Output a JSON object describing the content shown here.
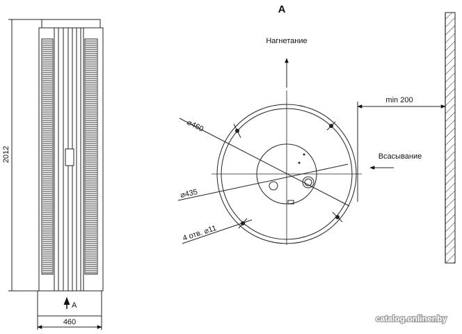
{
  "view_label": "А",
  "side_view": {
    "height_dim": "2012",
    "width_dim": "460",
    "arrow_label": "А"
  },
  "top_view": {
    "discharge_label": "Нагнетание",
    "intake_label": "Всасывание",
    "clearance_label": "min 200",
    "outer_diameter_label": "⌀460",
    "inner_diameter_label": "⌀435",
    "holes_label": "4 отв. ⌀11"
  },
  "watermark": "catalog.onliner.by"
}
